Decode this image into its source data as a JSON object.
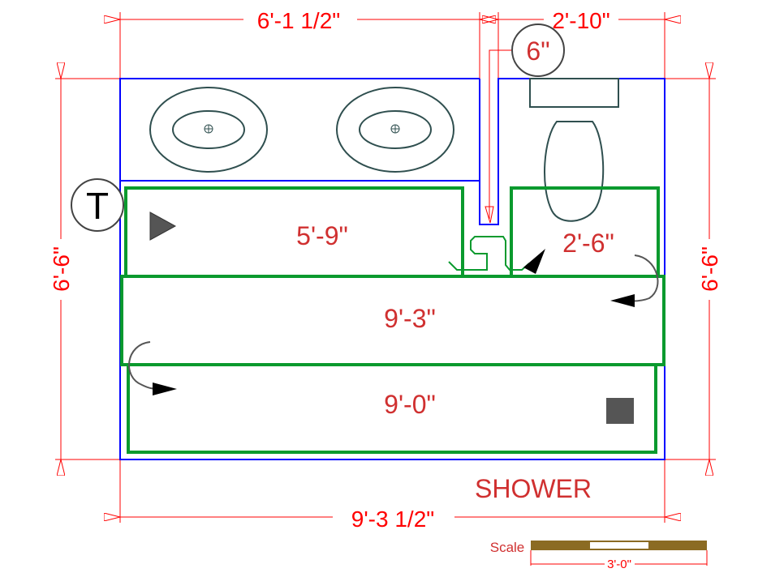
{
  "dimensions": {
    "top_left": "6'-1 1/2\"",
    "top_right": "2'-10\"",
    "left": "6'-6\"",
    "right": "6'-6\"",
    "bottom": "9'-3 1/2\"",
    "pipe_callout": "6\""
  },
  "rooms": {
    "bench_left": "5'-9\"",
    "bench_right": "2'-6\"",
    "middle": "9'-3\"",
    "lower": "9'-0\"",
    "shower": "SHOWER"
  },
  "thermostat_symbol": "T",
  "scale": {
    "label": "Scale",
    "length": "3'-0\""
  },
  "colors": {
    "wall": "#0000ff",
    "dimension": "#ff0000",
    "heating_mat": "#0a9a2e",
    "fixture": "#2f4f4f",
    "scale_bar": "#8b6b23"
  }
}
